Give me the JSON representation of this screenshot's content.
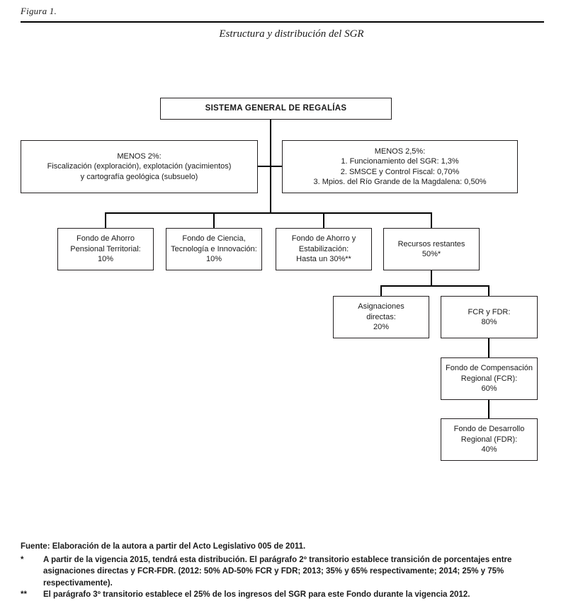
{
  "figure": {
    "label": "Figura 1.",
    "title": "Estructura y distribución del SGR"
  },
  "diagram": {
    "type": "organizational-flowchart",
    "root": {
      "name": "sistema-general-de-regalias",
      "lines": [
        "SISTEMA GENERAL DE REGALÍAS"
      ]
    },
    "deductions": [
      {
        "name": "menos-2-porciento",
        "lines": [
          "MENOS 2%:",
          "Fiscalización (exploración), explotación (yacimientos)",
          "y cartografía geológica (subsuelo)"
        ]
      },
      {
        "name": "menos-2-5-porciento",
        "lines": [
          "MENOS 2,5%:",
          "1. Funcionamiento del SGR: 1,3%",
          "2. SMSCE y Control Fiscal: 0,70%",
          "3. Mpios. del Río Grande de la Magdalena: 0,50%"
        ]
      }
    ],
    "funds": [
      {
        "name": "fondo-ahorro-pensional-territorial",
        "lines": [
          "Fondo de Ahorro",
          "Pensional Territorial:",
          "10%"
        ],
        "percent": "10%"
      },
      {
        "name": "fondo-ciencia-tecnologia-innovacion",
        "lines": [
          "Fondo de Ciencia,",
          "Tecnología e Innovación:",
          "10%"
        ],
        "percent": "10%"
      },
      {
        "name": "fondo-ahorro-estabilizacion",
        "lines": [
          "Fondo de Ahorro y",
          "Estabilización:",
          "Hasta un 30%**"
        ],
        "percent": "Hasta un 30%**"
      },
      {
        "name": "recursos-restantes",
        "lines": [
          "Recursos restantes",
          "50%*"
        ],
        "percent": "50%*"
      }
    ],
    "remaining_split": [
      {
        "name": "asignaciones-directas",
        "lines": [
          "Asignaciones",
          "directas:",
          "20%"
        ],
        "percent": "20%"
      },
      {
        "name": "fcr-y-fdr",
        "lines": [
          "FCR y FDR:",
          "80%"
        ],
        "percent": "80%"
      }
    ],
    "regional_funds": [
      {
        "name": "fondo-compensacion-regional",
        "lines": [
          "Fondo de Compensación",
          "Regional (FCR):",
          "60%"
        ],
        "percent": "60%"
      },
      {
        "name": "fondo-desarrollo-regional",
        "lines": [
          "Fondo de Desarrollo",
          "Regional (FDR):",
          "40%"
        ],
        "percent": "40%"
      }
    ]
  },
  "footnotes": {
    "source": "Fuente: Elaboración de la autora a partir del Acto Legislativo 005 de 2011.",
    "notes": [
      {
        "mark": "*",
        "text": "A partir de la vigencia 2015, tendrá esta distribución. El parágrafo 2º transitorio establece transición de porcentajes entre asignaciones directas y FCR-FDR. (2012: 50% AD-50% FCR y FDR; 2013; 35% y 65% respectivamente; 2014; 25% y 75% respectivamente)."
      },
      {
        "mark": "**",
        "text": "El parágrafo 3º transitorio establece el 25% de los ingresos del SGR para este Fondo durante la vigencia 2012."
      }
    ]
  },
  "colors": {
    "line": "#000000",
    "border": "#231f20",
    "text": "#1a1a1a",
    "background": "#ffffff"
  }
}
